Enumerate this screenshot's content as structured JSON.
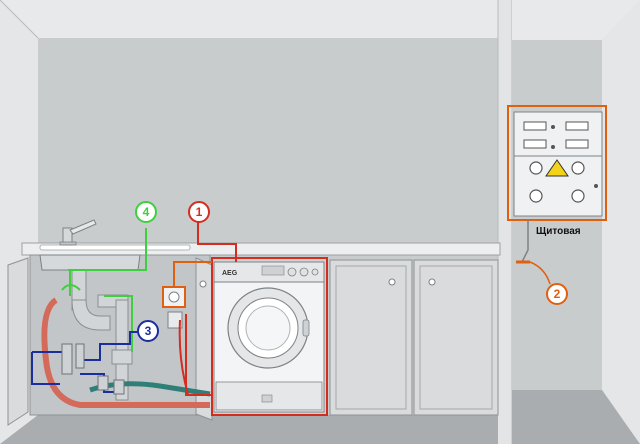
{
  "diagram": {
    "panel_label": "Щитовая",
    "machine_brand": "AEG",
    "callouts": [
      {
        "number": "1",
        "color": "#d42d20"
      },
      {
        "number": "2",
        "color": "#e06010"
      },
      {
        "number": "3",
        "color": "#1a2ea0"
      },
      {
        "number": "4",
        "color": "#3ecf3e"
      }
    ],
    "colors": {
      "power_line": "#d42d20",
      "ground_line": "#e06010",
      "water_supply": "#1a2ea0",
      "drain": "#3ecf3e",
      "wall": "#cfd2d3",
      "floor": "#a9adb0",
      "cabinet": "#d9dbdd",
      "countertop": "#eceeef"
    }
  }
}
